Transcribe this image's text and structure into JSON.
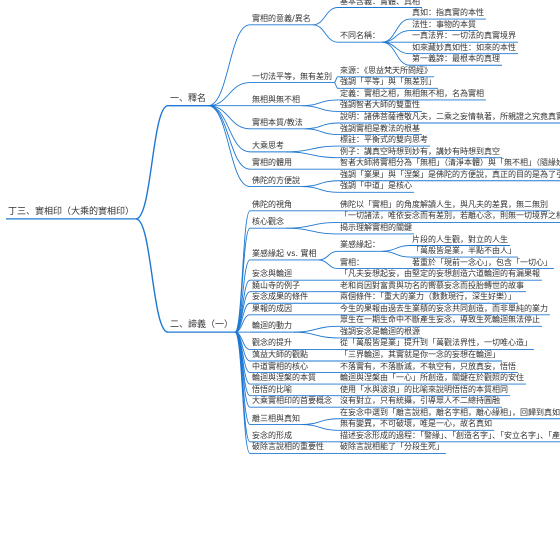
{
  "root": {
    "label": "丁三、實相印（大乘的實相印）"
  },
  "branches": [
    {
      "label": "一、釋名",
      "children": [
        {
          "label": "實相的意義/異名",
          "children": [
            {
              "label": "基本含義：實體、真相"
            },
            {
              "label": "不同名稱：",
              "children": [
                {
                  "label": "真如：指真實的本性"
                },
                {
                  "label": "法性：事物的本質"
                },
                {
                  "label": "一真法界：一切法的真實境界"
                },
                {
                  "label": "如來藏妙真如性：如來的本性"
                },
                {
                  "label": "第一義諦：最根本的真理"
                }
              ]
            }
          ]
        },
        {
          "label": "一切法平等，無有差別",
          "children": [
            {
              "label": "來源：《思益梵天所問經》"
            },
            {
              "label": "強調「平等」與「無差別」"
            }
          ]
        },
        {
          "label": "無相與無不相",
          "children": [
            {
              "label": "定義：實相之相，無相無不相，名為實相"
            },
            {
              "label": "強調智者大師的雙重性"
            }
          ]
        },
        {
          "label": "實相本質/教法",
          "children": [
            {
              "label": "說明：諸佛菩薩禮敬凡夫，二乘之妄情執著，所親證之究竟真實境界"
            },
            {
              "label": "強調實相是教法的根基"
            }
          ]
        },
        {
          "label": "大乘思考",
          "children": [
            {
              "label": "標註：平衡式的雙向思考"
            },
            {
              "label": "例子：講真空時想到妙有，講妙有時想到真空"
            }
          ]
        },
        {
          "label": "實相的體用",
          "children": [
            {
              "label": "智者大師將實相分為「無相」（清淨本體）與「無不相」（隨緣妙用）"
            }
          ]
        },
        {
          "label": "佛陀的方便說",
          "children": [
            {
              "label": "強調「業果」與「涅槃」是佛陀的方便說，真正的目的是為了引導眾生走向實相之道的實相"
            },
            {
              "label": "強調「中道」是核心"
            }
          ]
        }
      ]
    },
    {
      "label": "二、諦義（一）",
      "children": [
        {
          "label": "佛陀的視角",
          "children": [
            {
              "label": "佛陀以「實相」的角度解讀人生，與凡夫的差異，無二無別"
            }
          ]
        },
        {
          "label": "核心觀念",
          "children": [
            {
              "label": "「一切諸法，唯依妄念而有差別，若離心念，則無一切境界之相」"
            },
            {
              "label": "揭示理解實相的關鍵"
            }
          ]
        },
        {
          "label": "業感緣起 vs. 實相",
          "children": [
            {
              "label": "業感緣起：",
              "children": [
                {
                  "label": "片段的人生觀，對立的人生"
                },
                {
                  "label": "「萬般皆是業，半點不由人」"
                }
              ]
            },
            {
              "label": "實相：",
              "children": [
                {
                  "label": "著重於「現前一念心」，包含「一切心」"
                }
              ]
            }
          ]
        },
        {
          "label": "妄念與輪迴",
          "children": [
            {
              "label": "「凡夫妄想起妄，由堅定的妄想創造六道輪迴的有漏果報"
            }
          ]
        },
        {
          "label": "饒山寺的例子",
          "children": [
            {
              "label": "老和尚因對富貴與功名的嚮慕妄念而投胎轉世的故事"
            }
          ]
        },
        {
          "label": "妄念成果的條件",
          "children": [
            {
              "label": "兩個條件：「重大的業力（數數現行，深生好樂）」"
            }
          ]
        },
        {
          "label": "果報的成因",
          "children": [
            {
              "label": "今生的果報由過去生業積的妄念共同創造，而非單純的業力"
            }
          ]
        },
        {
          "label": "輪迴的動力",
          "children": [
            {
              "label": "眾生在一期生命中不斷產生妄念，導致生死輪迴無法停止"
            },
            {
              "label": "強調妄念是輪迴的根源"
            }
          ]
        },
        {
          "label": "觀念的提升",
          "children": [
            {
              "label": "從「萬般皆是業」提升到「萬觀法界性，一切唯心造」"
            }
          ]
        },
        {
          "label": "蕅益大師的觀點",
          "children": [
            {
              "label": "「三界輪迴，其實就是你一念的妄想在輪迴」"
            }
          ]
        },
        {
          "label": "中道實相的核心",
          "children": [
            {
              "label": "不落實有，不落斷滅，不執空有，只放真妄，悟悟"
            }
          ]
        },
        {
          "label": "輪迴與涅槃的本質",
          "children": [
            {
              "label": "輪迴與涅槃由「一心」所創造，關鍵在於觀照的安住"
            }
          ]
        },
        {
          "label": "悟悟的比喻",
          "children": [
            {
              "label": "使用「水與波浪」的比喻來說明悟悟的本質相同"
            }
          ]
        },
        {
          "label": "大乘實相印的首要概念",
          "children": [
            {
              "label": "沒有對立，只有統攝，引導眾人不二總持圓融"
            }
          ]
        },
        {
          "label": "離三相與真知",
          "children": [
            {
              "label": "在妄念中選到「離言說相，離名字相，離心緣相」，回歸到真如"
            },
            {
              "label": "無有變異，不可破壞，唯是一心，故名真如"
            }
          ]
        },
        {
          "label": "妄念的形成",
          "children": [
            {
              "label": "描述妄念形成的過程：「警緣」、「創造名字」、「安立名字」、「產生執著」"
            }
          ]
        },
        {
          "label": "破除言說相的重要性",
          "children": [
            {
              "label": "破除言說相能了「分段生死」"
            }
          ]
        }
      ]
    }
  ]
}
